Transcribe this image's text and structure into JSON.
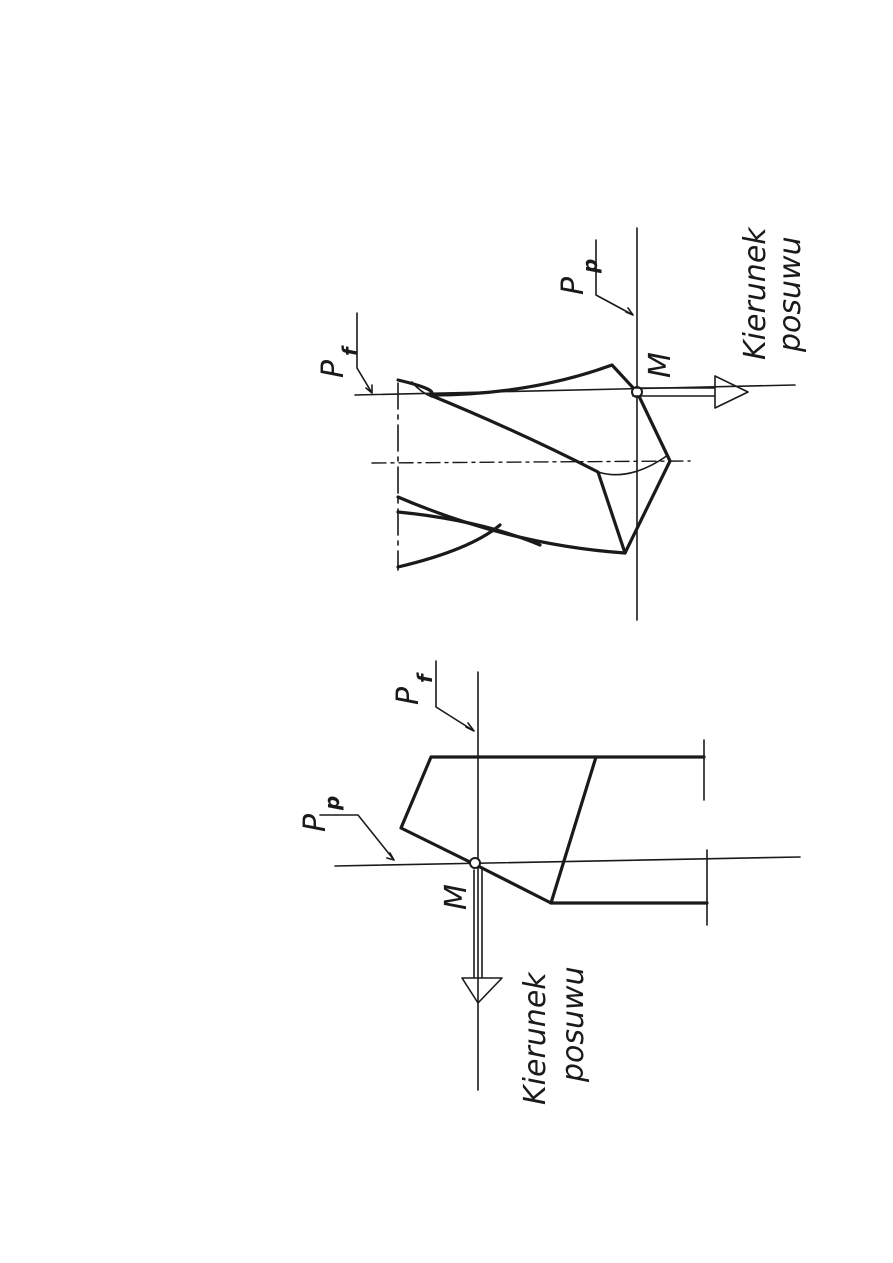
{
  "figure": {
    "left_tool": {
      "plane_p": "P",
      "plane_p_sub": "p",
      "plane_f": "P",
      "plane_f_sub": "f",
      "point": "M",
      "direction_line1": "Kierunek",
      "direction_line2": "posuwu"
    },
    "right_tool": {
      "plane_f": "P",
      "plane_f_sub": "f",
      "plane_p": "P",
      "plane_p_sub": "p",
      "point": "M",
      "direction_line1": "Kierunek",
      "direction_line2": "posuwu"
    }
  },
  "colors": {
    "ink": "#1a1a1a",
    "paper": "#ffffff"
  }
}
